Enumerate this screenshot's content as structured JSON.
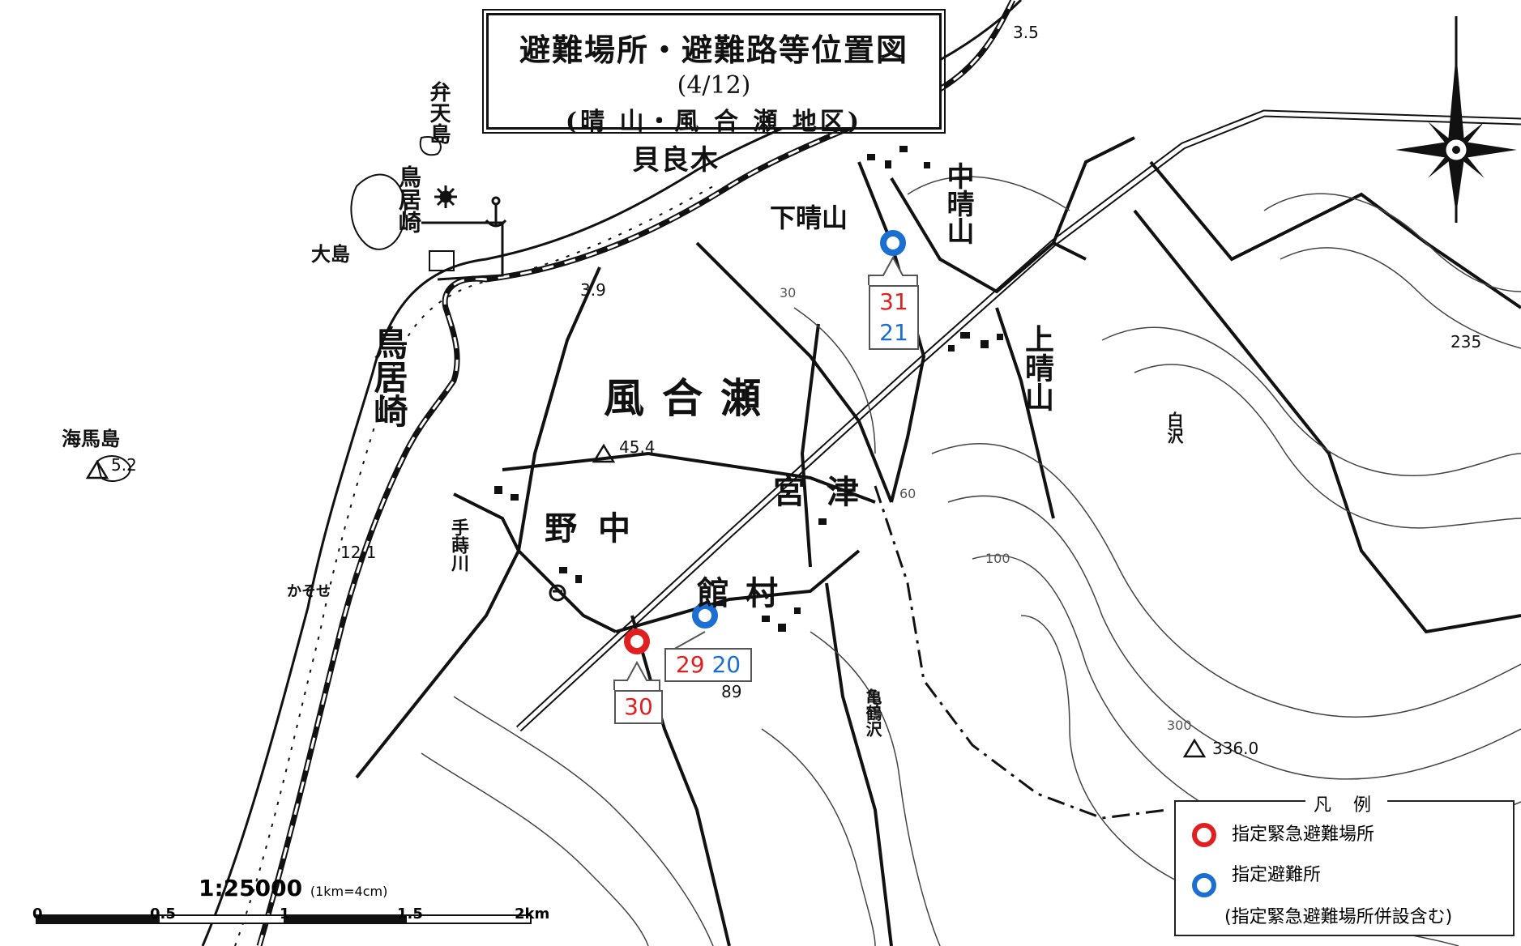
{
  "title": {
    "line1": "避難場所・避難路等位置図",
    "line2": "(4/12)",
    "line3": "(晴 山・風 合 瀬 地区)"
  },
  "places": {
    "kazaise": "風合瀬",
    "shimo_hareyama": "下晴山",
    "naka_hareyama": "中晴山",
    "kami_hareyama": "上晴山",
    "kairagi": "貝良木",
    "torii_zaki": "鳥居崎",
    "torii_zaki2": "鳥居崎",
    "benten": "弁天島",
    "oshima": "大島",
    "ebishima": "海馬島",
    "nonaka": "野中",
    "miyatsu": "宮津",
    "tatemura": "館村",
    "tebasawa": "手蒔川",
    "hakusawa": "白沢",
    "kamezawa": "亀鶴沢",
    "kasose": "かそせ"
  },
  "elevations": {
    "e35": "3.5",
    "e39": "3.9",
    "e52": "5.2",
    "e454": "45.4",
    "e121": "12.1",
    "e89": "89",
    "e235": "235",
    "e3360": "336.0",
    "c30": "30",
    "c60": "60",
    "c100": "100",
    "c300": "300"
  },
  "shelters": {
    "s31": "31",
    "s21": "21",
    "s29": "29",
    "s20": "20",
    "s30": "30"
  },
  "colors": {
    "emergency": "#e02020",
    "shelter": "#1a6fd0"
  },
  "legend": {
    "heading": "凡 例",
    "emergency_label": "指定緊急避難場所",
    "shelter_label": "指定避難所",
    "shelter_note": "(指定緊急避難場所併設含む)"
  },
  "scale": {
    "ratio": "1:25000",
    "ratio_note": "(1km=4cm)",
    "ticks": [
      "0",
      "0.5",
      "1",
      "1.5",
      "2km"
    ]
  },
  "icons": [
    "compass-rose-icon",
    "anchor-icon",
    "shrine-icon",
    "triangulation-point-icon"
  ]
}
